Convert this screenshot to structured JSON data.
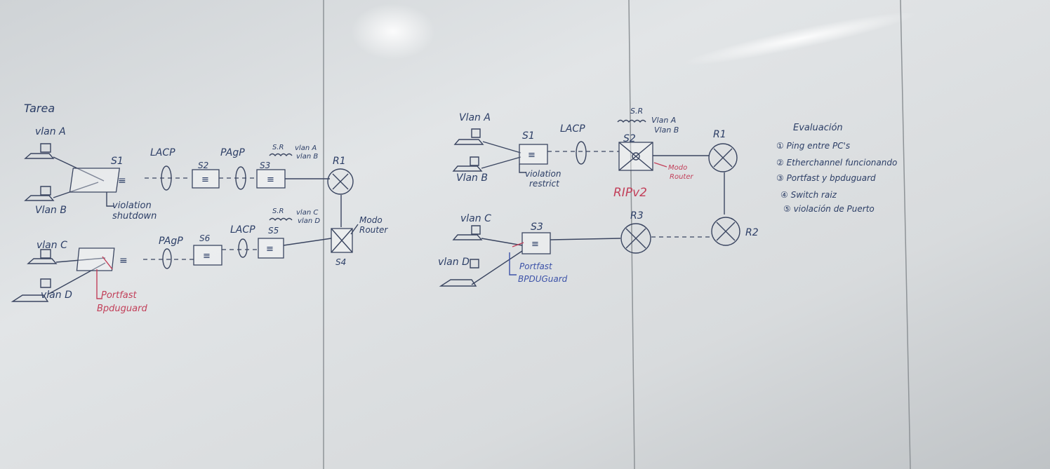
{
  "left": {
    "title": "Tarea",
    "vlans": [
      "vlan A",
      "Vlan B",
      "vlan C",
      "vlan D"
    ],
    "switches": [
      "S1",
      "S2",
      "S3",
      "S4",
      "S5",
      "S6"
    ],
    "router": "R1",
    "protocols": {
      "lacp_top": "LACP",
      "pagp_top": "PAgP",
      "pagp_bottom": "PAgP",
      "lacp_bottom": "LACP"
    },
    "sr_top": {
      "sr": "S.R",
      "vlans": [
        "vlan A",
        "vlan B"
      ]
    },
    "sr_bottom": {
      "sr": "S.R",
      "vlans": [
        "vlan C",
        "vlan D"
      ]
    },
    "violation": [
      "violation",
      "shutdown"
    ],
    "portfast": [
      "Portfast",
      "Bpduguard"
    ],
    "modo": [
      "Modo",
      "Router"
    ]
  },
  "right": {
    "vlans": [
      "Vlan A",
      "Vlan B",
      "vlan C",
      "vlan D"
    ],
    "switches": [
      "S1",
      "S2",
      "S3"
    ],
    "routers": [
      "R1",
      "R2",
      "R3"
    ],
    "lacp": "LACP",
    "sr": {
      "sr": "S.R",
      "vlans": [
        "Vlan A",
        "Vlan B"
      ]
    },
    "violation": [
      "violation",
      "restrict"
    ],
    "portfast": [
      "Portfast",
      "BPDUGuard"
    ],
    "modo": [
      "Modo",
      "Router"
    ],
    "rip": "RIPv2"
  },
  "evaluation": {
    "title": "Evaluación",
    "items": [
      "① Ping entre PC's",
      "② Etherchannel funcionando",
      "③ Portfast y bpduguard",
      "④ Switch raiz",
      "⑤ violación de Puerto"
    ]
  }
}
